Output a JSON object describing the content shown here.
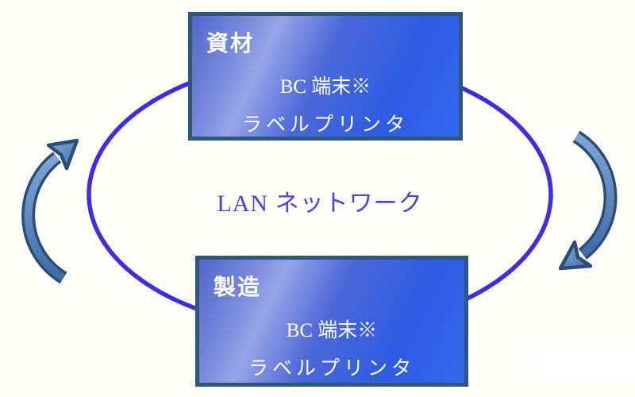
{
  "network_label": "LAN ネットワーク",
  "nodes": {
    "top": {
      "title": "資材",
      "line1": "BC 端末※",
      "line2": "ラベルプリンタ"
    },
    "bottom": {
      "title": "製造",
      "line1": "BC 端末※",
      "line2": "ラベルプリンタ"
    }
  },
  "icons": {
    "left_arrow": "curved-arrow-counterclockwise-up",
    "right_arrow": "curved-arrow-clockwise-down"
  },
  "colors": {
    "background": "#fffef8",
    "ring_stroke": "#3b2fe6",
    "box_border": "#2e5878",
    "box_gradient_light": "#97a4e7",
    "box_gradient_dark": "#2f5ce2",
    "box_text": "#ffffff",
    "arrow_outline": "#2b4e77",
    "arrow_fill_light": "#7fa6d8",
    "arrow_fill_dark": "#3f6ba6",
    "network_label_color": "#4543e8"
  }
}
